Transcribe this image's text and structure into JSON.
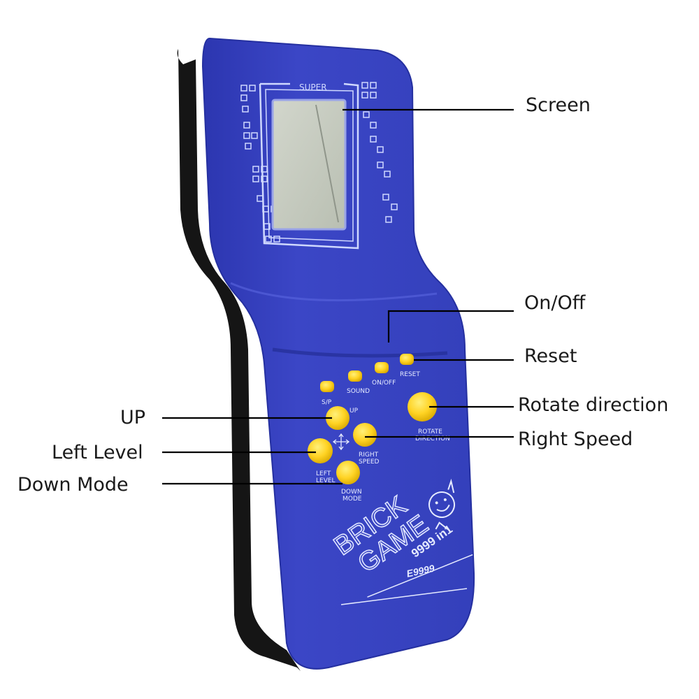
{
  "colors": {
    "body": "#3b46c6",
    "body_dark": "#2530a0",
    "body_edge": "#151515",
    "button": "#ffd324",
    "lcd": "#c9cec3",
    "print": "#cfd8ff"
  },
  "device": {
    "brand_top": "SUPER",
    "logo_line1": "BRICK",
    "logo_line2": "GAME",
    "logo_tag": "9999 in1",
    "model": "E9999",
    "mascot": "smiley-mascot-icon"
  },
  "buttons": {
    "sp": "S/P",
    "sound": "SOUND",
    "onoff": "ON/OFF",
    "reset": "RESET",
    "up": "UP",
    "right_1": "RIGHT",
    "right_2": "SPEED",
    "left_1": "LEFT",
    "left_2": "LEVEL",
    "down_1": "DOWN",
    "down_2": "MODE",
    "rotate_1": "ROTATE",
    "rotate_2": "DIRECTION"
  },
  "callouts": {
    "screen": "Screen",
    "onoff": "On/Off",
    "reset": "Reset",
    "rotate": "Rotate direction",
    "right_speed": "Right Speed",
    "up": "UP",
    "left_level": "Left Level",
    "down_mode": "Down Mode"
  }
}
